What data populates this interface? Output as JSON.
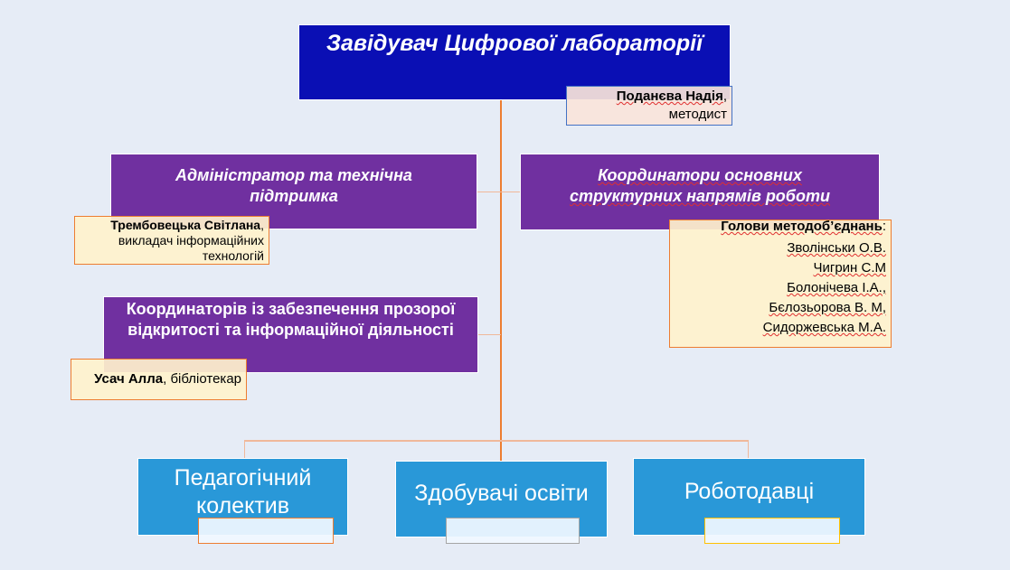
{
  "head": {
    "title": "Завідувач Цифрової лабораторії",
    "name": "Поданєва Надія",
    "role": "методист"
  },
  "admin": {
    "title": "Адміністратор та технічна підтримка",
    "name": "Трембовецька Світлана",
    "role": "викладач інформаційних технологій"
  },
  "coordinators": {
    "title": "Координатори основних структурних напрямів роботи",
    "heading": "Голови методоб’єднань",
    "members": [
      "Зволінськи О.В.",
      "Чигрин С.М",
      "Болонічева І.А.,",
      "Бєлозьорова В. М,",
      "Сидоржевська М.А."
    ]
  },
  "transparency": {
    "title": "Координаторів із забезпечення прозорої відкритості та інформаційної діяльності",
    "name": "Усач Алла",
    "role": "бібліотекар"
  },
  "groups": [
    {
      "label": "Педагогічний колектив"
    },
    {
      "label": "Здобувачі освіти"
    },
    {
      "label": "Роботодавці"
    }
  ],
  "colors": {
    "head": "#0a0fb4",
    "purple": "#7030a0",
    "blue": "#2998d8",
    "connector": "#ed7d31"
  }
}
